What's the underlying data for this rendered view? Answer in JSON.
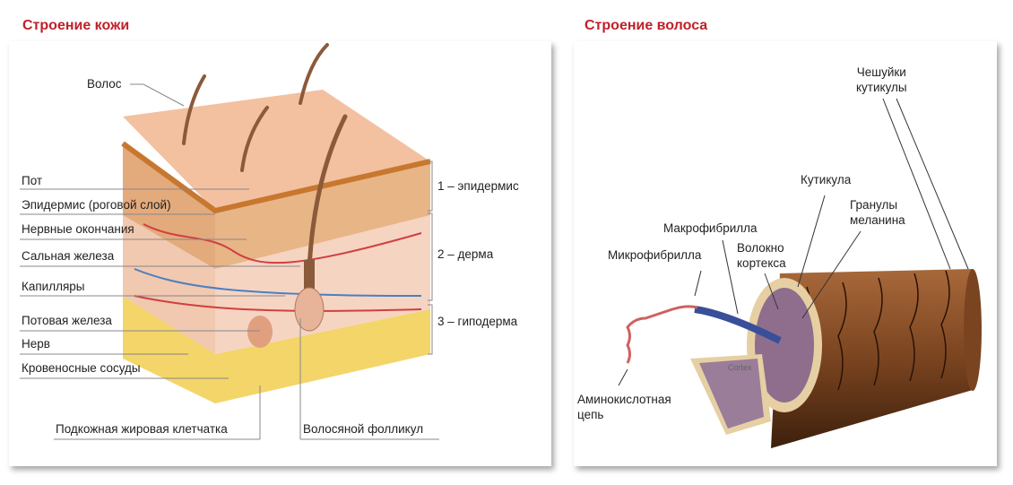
{
  "skin": {
    "title": "Строение кожи",
    "labels": {
      "hair": "Волос",
      "sweat": "Пот",
      "epidermis_horny": "Эпидермис (роговой слой)",
      "nerve_endings": "Нервные окончания",
      "sebaceous_gland": "Сальная железа",
      "capillaries": "Капилляры",
      "sweat_gland": "Потовая железа",
      "nerve": "Нерв",
      "blood_vessels": "Кровеносные сосуды",
      "subcutaneous_fat": "Подкожная жировая клетчатка",
      "hair_follicle": "Волосяной фолликул"
    },
    "layers": [
      "1 – эпидермис",
      "2 – дерма",
      "3 – гиподерма"
    ]
  },
  "hair": {
    "title": "Строение волоса",
    "labels": {
      "cuticle_scales_1": "Чешуйки",
      "cuticle_scales_2": "кутикулы",
      "cuticle": "Кутикула",
      "melanin_1": "Гранулы",
      "melanin_2": "меланина",
      "macrofibril": "Макрофибрилла",
      "cortex_fiber_1": "Волокно",
      "cortex_fiber_2": "кортекса",
      "microfibril": "Микрофибрилла",
      "amino_chain_1": "Аминокислотная",
      "amino_chain_2": "цепь",
      "cortex_inner": "Cortex"
    }
  }
}
